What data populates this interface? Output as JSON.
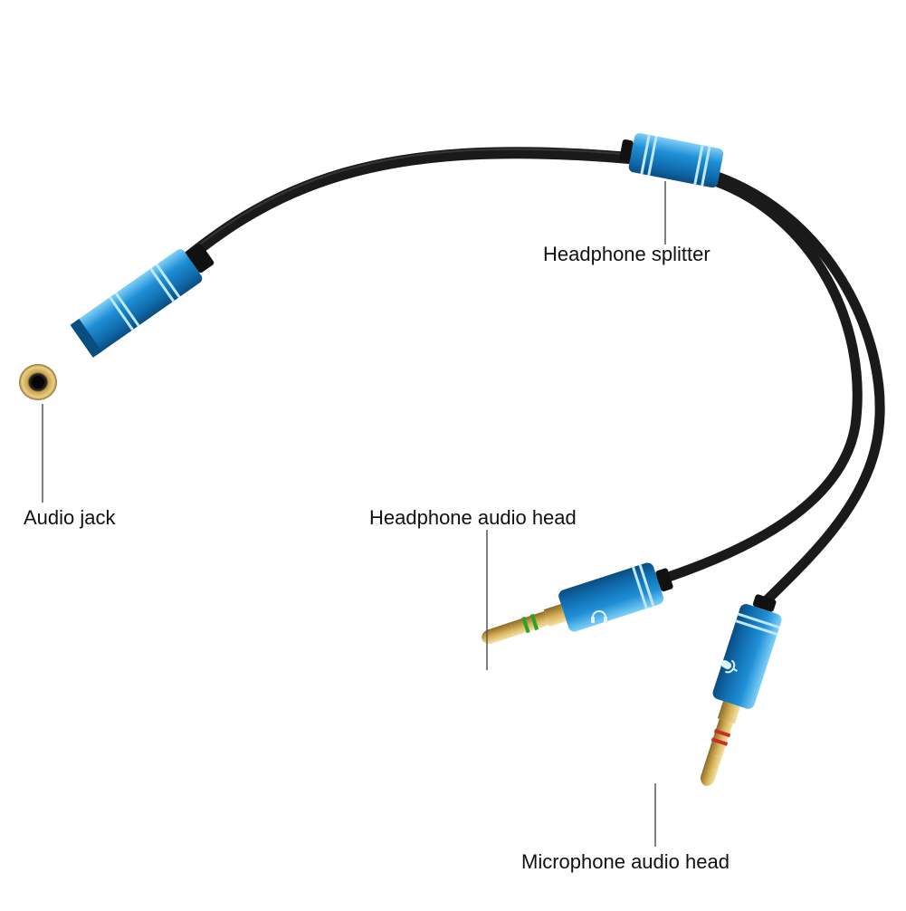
{
  "labels": {
    "headphone_splitter": "Headphone splitter",
    "audio_jack": "Audio jack",
    "headphone_audio_head": "Headphone audio head",
    "microphone_audio_head": "Microphone audio head"
  },
  "colors": {
    "cable": "#1a1a1a",
    "housing_blue": "#1f8fd6",
    "housing_dark": "#0e5e9c",
    "housing_light": "#5cc0f2",
    "gold": "#c9a24a",
    "ring_green": "#2aa32a",
    "ring_red": "#cc2b2b",
    "leader_line": "#555555"
  },
  "icons": {
    "headphone_plug": "headphone-icon",
    "microphone_plug": "microphone-icon"
  }
}
